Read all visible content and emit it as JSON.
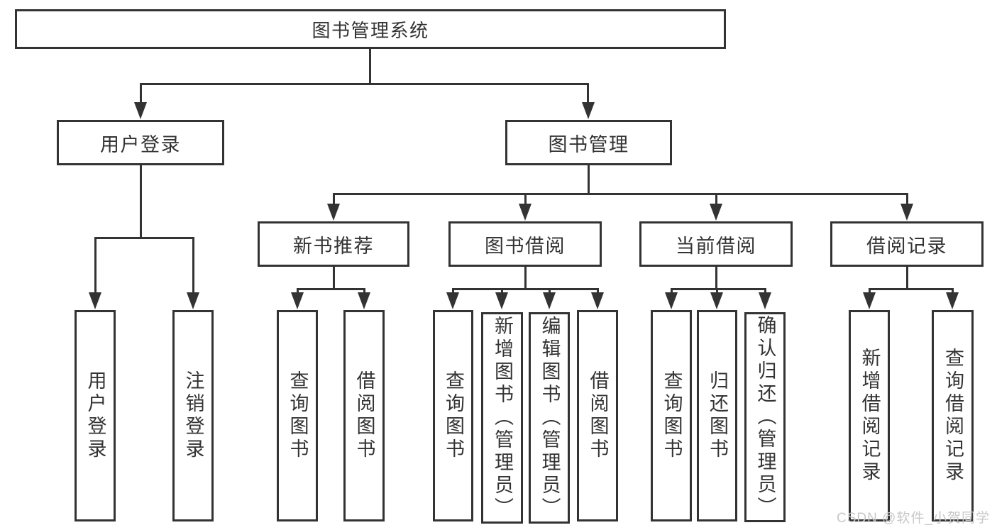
{
  "diagram_title": "图书管理系统",
  "colors": {
    "line": "#333333",
    "text": "#333333",
    "node_background": "#ffffff",
    "watermark": "#c8c8c8"
  },
  "tree": {
    "root": {
      "label": "图书管理系统"
    },
    "branches": [
      {
        "label": "用户登录",
        "leaves": [
          {
            "label": "用户登录"
          },
          {
            "label": "注销登录"
          }
        ]
      },
      {
        "label": "图书管理",
        "groups": [
          {
            "label": "新书推荐",
            "leaves": [
              {
                "label": "查询图书"
              },
              {
                "label": "借阅图书"
              }
            ]
          },
          {
            "label": "图书借阅",
            "leaves": [
              {
                "label": "查询图书"
              },
              {
                "label": "新增图书（管理员）"
              },
              {
                "label": "编辑图书（管理员）"
              },
              {
                "label": "借阅图书"
              }
            ]
          },
          {
            "label": "当前借阅",
            "leaves": [
              {
                "label": "查询图书"
              },
              {
                "label": "归还图书"
              },
              {
                "label": "确认归还（管理员）"
              }
            ]
          },
          {
            "label": "借阅记录",
            "leaves": [
              {
                "label": "新增借阅记录"
              },
              {
                "label": "查询借阅记录"
              }
            ]
          }
        ]
      }
    ]
  },
  "watermark": {
    "text": "CSDN @软件_小贺同学"
  }
}
